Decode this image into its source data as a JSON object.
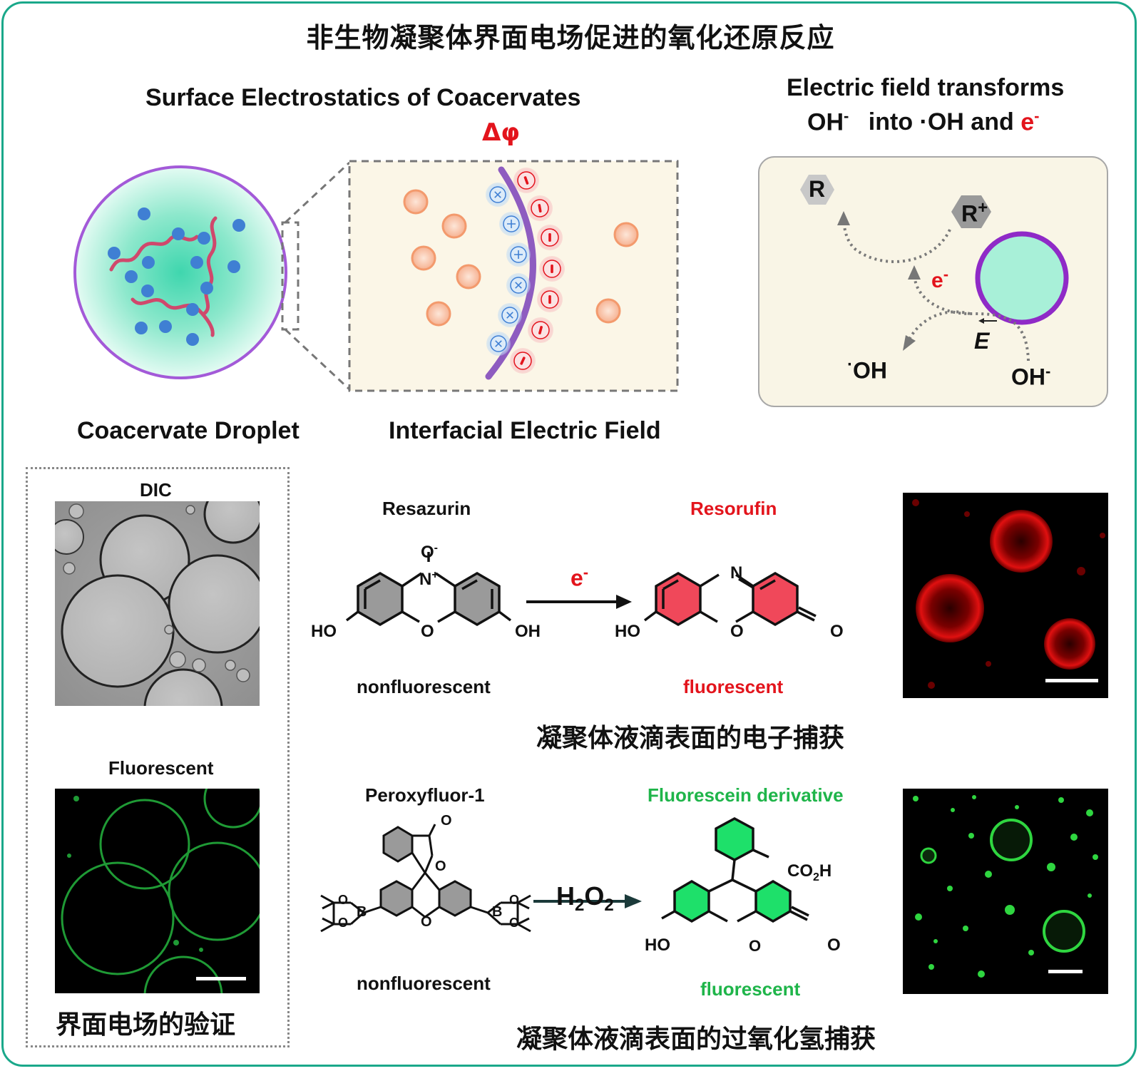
{
  "title": "非生物凝聚体界面电场促进的氧化还原反应",
  "top_left": {
    "heading": "Surface Electrostatics of Coacervates",
    "delta_phi": "Δφ",
    "droplet_label": "Coacervate Droplet",
    "field_label": "Interfacial Electric Field"
  },
  "top_right": {
    "heading_line1": "Electric field transforms",
    "heading_line2_a": "OH",
    "heading_line2_b": "into ·OH and",
    "heading_line2_c": "e",
    "R": "R",
    "R_plus": "R",
    "plus": "+",
    "e_minus": "e",
    "E": "E",
    "OH_radical": "OH",
    "OH_minus": "OH",
    "minus_sup": "-",
    "dot": "·"
  },
  "left_panel": {
    "dic_label": "DIC",
    "fluor_label": "Fluorescent",
    "caption": "界面电场的验证"
  },
  "reaction1": {
    "reactant_name": "Resazurin",
    "product_name": "Resorufin",
    "reagent": "e",
    "reagent_sup": "-",
    "reactant_state": "nonfluorescent",
    "product_state": "fluorescent",
    "caption": "凝聚体液滴表面的电子捕获",
    "atoms": {
      "O_minus": "O",
      "N_plus": "N",
      "HO": "HO",
      "OH": "OH",
      "O": "O",
      "N": "N",
      "minus": "-",
      "plus": "+"
    }
  },
  "reaction2": {
    "reactant_name": "Peroxyfluor-1",
    "product_name": "Fluorescein derivative",
    "reagent": "H",
    "reagent_sub1": "2",
    "reagent_mid": "O",
    "reagent_sub2": "2",
    "reactant_state": "nonfluorescent",
    "product_state": "fluorescent",
    "caption": "凝聚体液滴表面的过氧化氢捕获",
    "atoms": {
      "O": "O",
      "B": "B",
      "HO": "HO",
      "CO2H": "CO",
      "CO2H_sub": "2",
      "CO2H_end": "H"
    }
  },
  "colors": {
    "frame": "#1aa88a",
    "red": "#e3141c",
    "green": "#1fb54a",
    "purple": "#9b30c8",
    "mint": "#a8f0d8",
    "beige": "#f9f5e6"
  }
}
